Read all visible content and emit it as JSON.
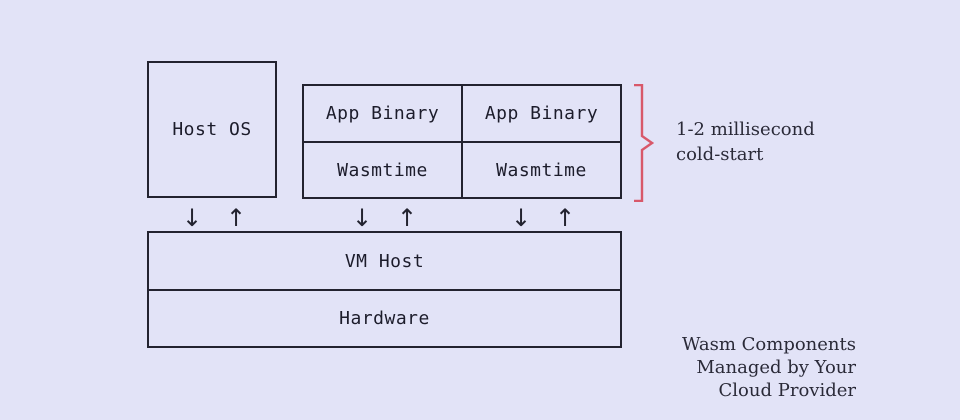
{
  "diagram": {
    "host_os": "Host OS",
    "components": [
      {
        "app_label": "App Binary",
        "runtime_label": "Wasmtime"
      },
      {
        "app_label": "App Binary",
        "runtime_label": "Wasmtime"
      }
    ],
    "vm_host": "VM Host",
    "hardware": "Hardware",
    "cold_start_note": "1-2 millisecond cold-start",
    "footnote": "Wasm Components Managed by Your Cloud Provider",
    "arrow_down_glyph": "↓",
    "arrow_up_glyph": "↑",
    "colors": {
      "background": "#e2e3f7",
      "stroke": "#232330",
      "bracket": "#d8586a"
    }
  }
}
